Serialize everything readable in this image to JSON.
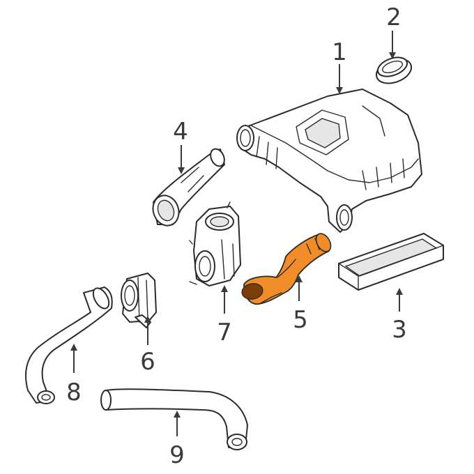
{
  "diagram": {
    "highlight_color": "#f28c28",
    "line_color": "#2b2b2b",
    "callouts": [
      "1",
      "2",
      "3",
      "4",
      "5",
      "6",
      "7",
      "8",
      "9"
    ]
  }
}
